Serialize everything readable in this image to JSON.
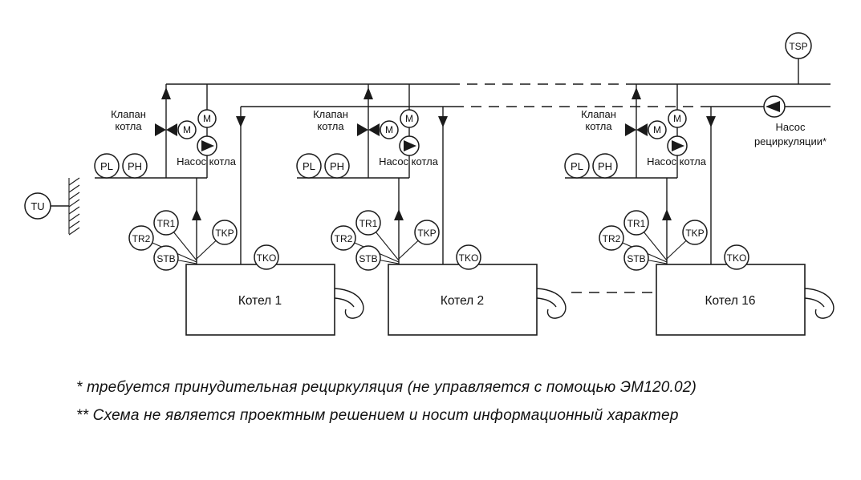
{
  "diagram": {
    "boilers": [
      {
        "name": "Котел 1"
      },
      {
        "name": "Котел 2"
      },
      {
        "name": "Котел 16"
      }
    ],
    "labels": {
      "valve_line1": "Клапан",
      "valve_line2": "котла",
      "boiler_pump": "Насос котла",
      "motor": "M",
      "pl": "PL",
      "ph": "PH",
      "tr1": "TR1",
      "tr2": "TR2",
      "stb": "STB",
      "tkp": "TKP",
      "tko": "TKO",
      "tu": "TU",
      "tsp": "TSP",
      "recirc_line1": "Насос",
      "recirc_line2": "рециркуляции*"
    },
    "footnotes": {
      "line1": "* требуется принудительная рециркуляция (не управляется с помощью ЭМ120.02)",
      "line2": "** Схема не является проектным решением и носит информационный характер"
    },
    "colors": {
      "line": "#1a1a1a",
      "background": "#ffffff"
    }
  }
}
